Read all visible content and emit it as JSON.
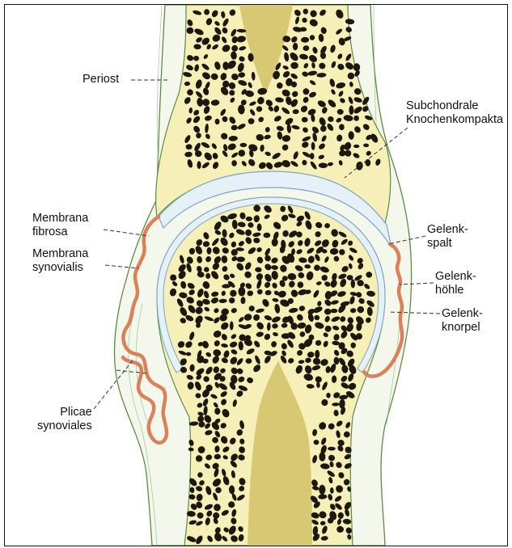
{
  "diagram": {
    "labels": {
      "periost": "Periost",
      "subchondrale_line1": "Subchondrale",
      "subchondrale_line2": "Knochenkompakta",
      "membrana_fibrosa_line1": "Membrana",
      "membrana_fibrosa_line2": "fibrosa",
      "membrana_synovialis_line1": "Membrana",
      "membrana_synovialis_line2": "synovialis",
      "plicae_line1": "Plicae",
      "plicae_line2": "synoviales",
      "gelenkspalt_line1": "Gelenk-",
      "gelenkspalt_line2": "spalt",
      "gelenkhoehle_line1": "Gelenk-",
      "gelenkhoehle_line2": "höhle",
      "gelenkknorpel_line1": "Gelenk-",
      "gelenkknorpel_line2": "knorpel"
    },
    "colors": {
      "bone": "#f6efb8",
      "marrow": "#d8c873",
      "cartilage": "#e6f0f7",
      "capsule_tissue": "#f4f7ec",
      "synovial_membrane": "#d9825a",
      "outline": "#5e8a45",
      "spongy_holes": "#1b1810"
    },
    "icons": {
      "leader_style": "dashed-line"
    }
  }
}
